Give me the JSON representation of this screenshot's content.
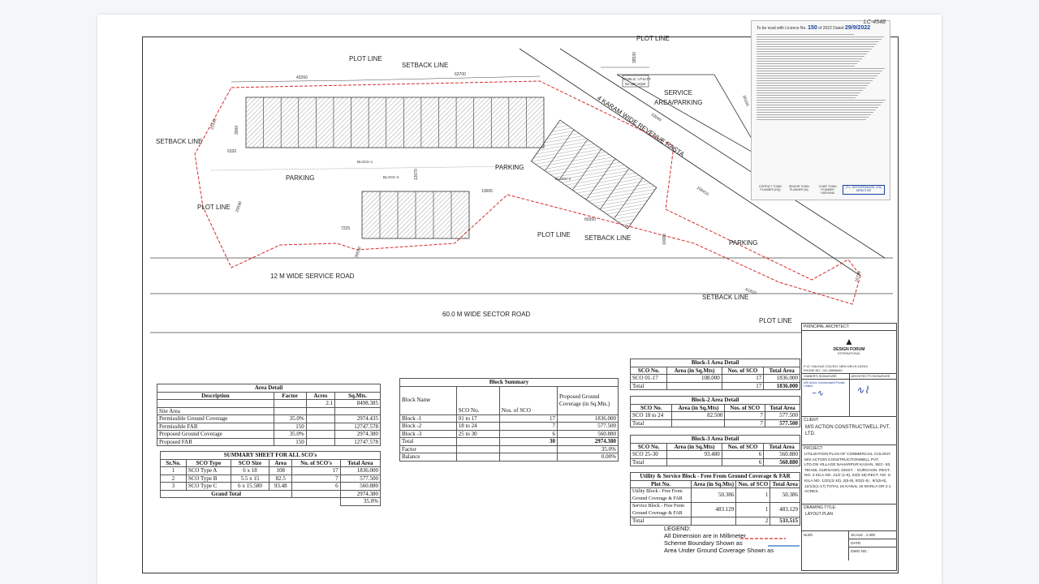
{
  "stamp_topright": "LC-4548",
  "approval": {
    "line1": "To be read with Licence No.",
    "licence_no": "150",
    "of_date_label": "of 2022 Dated",
    "date": "29/9/2022",
    "sign1": "DISTRICT TOWN PLANNER (HQ)",
    "sign2": "SENIOR TOWN PLANNER (M)",
    "sign3": "CHIEF TOWN PLANNER HARYANA",
    "sign4": "DTCP, HARYANA",
    "director": "(T.L. SATYAPRAKASH, IAS) DIRECTOR"
  },
  "plan_labels": {
    "plot_line_1": "PLOT LINE",
    "plot_line_2": "PLOT LINE",
    "plot_line_3": "PLOT LINE",
    "plot_line_4": "PLOT LINE",
    "plot_line_5": "PLOT LINE",
    "setback_1": "SETBACK LINE",
    "setback_2": "SETBACK LINE",
    "setback_3": "SETBACK LINE",
    "setback_4": "SETBACK LINE",
    "block1": "BLOCK-1",
    "block2": "BLOCK-2",
    "block3": "BLOCK-3",
    "parking_1": "PARKING",
    "parking_2": "PARKING",
    "parking_3": "PARKING",
    "service_area": "SERVICE",
    "service_area_2": "AREA/PARKING",
    "public_utility": "PUBLIC UTILITY",
    "public_utility_2": "50.386 SQM",
    "revenue_rasta": "4 KARAM WIDE REVENUE RASTA",
    "service_road": "12 M WIDE SERVICE ROAD",
    "sector_road": "60.0 M WIDE SECTOR ROAD",
    "dims": [
      "43260",
      "63700",
      "38530",
      "53040",
      "106410",
      "36165",
      "25145",
      "3000",
      "6320",
      "29590",
      "13070",
      "13665",
      "60350",
      "7225",
      "39530",
      "10080",
      "61810",
      "16720",
      "10530"
    ]
  },
  "area_detail": {
    "title": "Area Detail",
    "headers": [
      "Description",
      "Factor",
      "Acres",
      "Sq.Mts."
    ],
    "rows": [
      [
        "",
        "",
        "2.1",
        "8498.385"
      ],
      [
        "Site Area",
        "",
        "",
        ""
      ],
      [
        "Permissible Ground Coverage",
        "35.0%",
        "",
        "2974.435"
      ],
      [
        "Permissible FAR",
        "150",
        "",
        "12747.578"
      ],
      [
        "Proposed Ground Coverage",
        "35.0%",
        "",
        "2974.380"
      ],
      [
        "Proposed FAR",
        "150",
        "",
        "12747.578"
      ]
    ]
  },
  "summary_sheet": {
    "title": "SUMMARY SHEET FOR ALL SCO's",
    "headers": [
      "Sr.No.",
      "SCO Type",
      "SCO Size",
      "Area",
      "No. of SCO's",
      "Total Area"
    ],
    "rows": [
      [
        "1",
        "SCO Type A",
        "6 x 18",
        "108",
        "17",
        "1836.000"
      ],
      [
        "2",
        "SCO Type B",
        "5.5 x 15",
        "82.5",
        "7",
        "577.500"
      ],
      [
        "3",
        "SCO Type C",
        "6 x 15.580",
        "93.48",
        "6",
        "560.880"
      ]
    ],
    "grand_total_label": "Grand Total",
    "grand_total": "2974.380",
    "grand_total_pct": "35.0%"
  },
  "block_summary": {
    "title": "Block Summary",
    "headers": [
      "Block Name",
      "SCO No.",
      "Nos. of SCO",
      "Proposed Ground Coverage (in Sq.Mts.)"
    ],
    "rows": [
      [
        "Block -1",
        "01 to 17",
        "17",
        "1836.000"
      ],
      [
        "Block -2",
        "18 to 24",
        "7",
        "577.500"
      ],
      [
        "Block -3",
        "25 to 30",
        "6",
        "560.880"
      ]
    ],
    "total_label": "Total",
    "total_count": "30",
    "total_area": "2974.380",
    "factor_label": "Factor",
    "factor_value": "35.0%",
    "balance_label": "Balance",
    "balance_value": "0.00%"
  },
  "block1_area": {
    "title": "Block-1 Area Detail",
    "headers": [
      "SCO No.",
      "Area (in Sq.Mts)",
      "Nos. of SCO",
      "Total Area"
    ],
    "row": [
      "SCO 01-17",
      "108.000",
      "17",
      "1836.000"
    ],
    "total": [
      "Total",
      "",
      "17",
      "1836.000"
    ]
  },
  "block2_area": {
    "title": "Block-2 Area Detail",
    "headers": [
      "SCO No.",
      "Area (in Sq.Mts)",
      "Nos. of SCO",
      "Total Area"
    ],
    "row": [
      "SCO 18 to 24",
      "82.500",
      "7",
      "577.500"
    ],
    "total": [
      "Total",
      "",
      "7",
      "577.500"
    ]
  },
  "block3_area": {
    "title": "Block-3 Area Detail",
    "headers": [
      "SCO No.",
      "Area (in Sq.Mts)",
      "Nos. of SCO",
      "Total Area"
    ],
    "row": [
      "SCO 25-30",
      "93.480",
      "6",
      "560.880"
    ],
    "total": [
      "Total",
      "",
      "6",
      "560.880"
    ]
  },
  "utility_block": {
    "title": "Utility & Service Block - Free From Ground Coverage & FAR",
    "headers": [
      "Plot No.",
      "Area (in Sq.Mts)",
      "Nos. of SCO",
      "Total Area"
    ],
    "rows": [
      [
        "Utility Block - Free From Ground Coverage & FAR",
        "50.386",
        "1",
        "50.386"
      ],
      [
        "Service Block - Free From Ground Coverage & FAR",
        "483.129",
        "1",
        "483.129"
      ]
    ],
    "total": [
      "Total",
      "",
      "2",
      "533.515"
    ]
  },
  "legend": {
    "title": "LEGEND:",
    "line1": "All Dimension are in Millimeter",
    "line2": "Scheme Boundary Shown as",
    "line3": "Area Under Ground Coverage Shown as",
    "boundary_color": "#d62b2b",
    "coverage_color": "#2a6fc4"
  },
  "title_block": {
    "principal_architect": "PRINCIPAL ARCHITECT:",
    "firm": "DESIGN FORUM",
    "firm_sub": "INTERNATIONAL",
    "address": "P-47, KALKAJI COLONY, NEW DELHI-110019",
    "phone": "PHONE NO.: 011-40606640",
    "owners_signature": "OWNER'S SIGNATURE",
    "architects_signature": "ARCHITECT'S SIGNATURE",
    "owner_co": "M/S Action Constructwell Private Limited",
    "client_label": "CLIENT:",
    "client": "M/S ACTION CONSTRUCTWELL PVT. LTD.",
    "project_label": "PROJECT:",
    "project": "UTILIZATION PLAN OF COMMERCIAL COLONY M/S ACTION CONSTRUCTIONWELL PVT. LTD.ON VILLAGE NAHARPUR KASAN, SEC- 83, TEHSIL GURGAON, DISST. - GURGAON. RECT. NO. 2 KILA NO. 21/2 (1-9), 22(0-18) RECT. NO. 8 KILA NO. 1/2/1(2-10), 2(5-9), 8/3(1-5) , 9/1(5-8), 12/1/2(1-17) TOTAL 16 KANAL 16 MARLA OR 2.1 ACRES.",
    "drawing_title_label": "DRAWING TITLE:",
    "drawing_title": "LAYOUT PLAN",
    "north": "North",
    "scale": "SCALE : 1:300",
    "date_label": "DATE:",
    "dwg_label": "DWG NO.:"
  },
  "colors": {
    "boundary": "#d62b2b",
    "coverage": "#2a6fc4",
    "ink": "#222222",
    "hatch": "#555555"
  }
}
